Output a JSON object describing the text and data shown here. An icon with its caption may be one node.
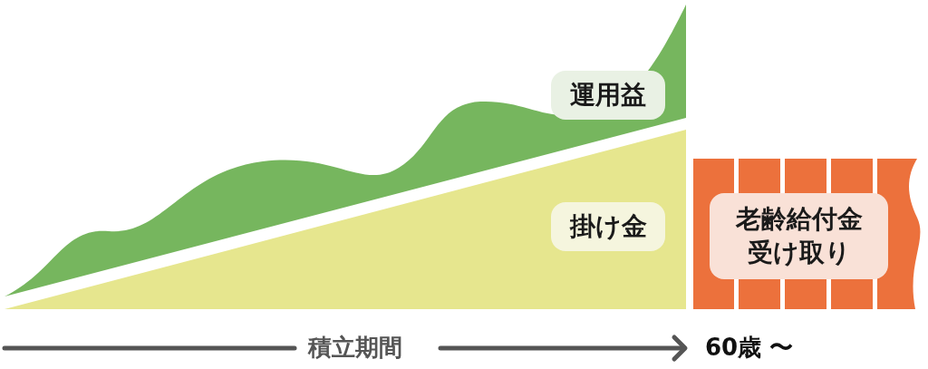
{
  "diagram": {
    "nodes": [
      {
        "text": [
          "運用益"
        ]
      },
      {
        "text": [
          "掛け金"
        ]
      },
      {
        "text": [
          "老齢給付金受け取り"
        ]
      }
    ],
    "labels": [
      "積立期間",
      "60歳 〜"
    ]
  }
}
